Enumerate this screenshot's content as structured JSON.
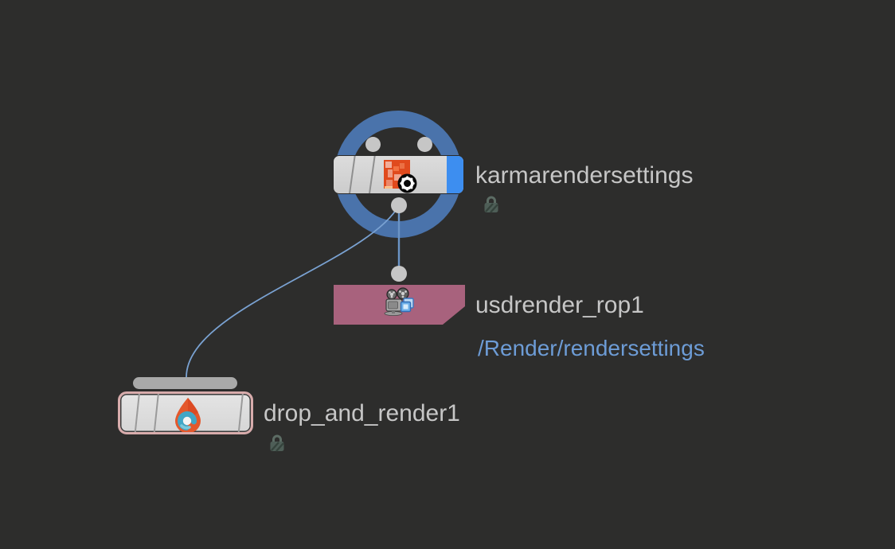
{
  "editor": {
    "kind": "node-network-editor",
    "background_color": "#2d2d2c"
  },
  "colors": {
    "selection_ring": "#4a73ab",
    "wire": "#7aa2d2",
    "connector_dot": "#c6c6c6",
    "node_body_gray": "#d6d6d6",
    "display_flag_blue": "#3d8ef0",
    "rop_node_mauve": "#a8627d",
    "hda_outline_pink": "#d8acac",
    "input_bar_gray": "#a9a9a9",
    "label_text": "#c6c6c6",
    "path_text": "#6d9cd6",
    "karma_icon_orange": "#e04a1d",
    "drop_icon_orange": "#e4582c",
    "drop_icon_teal": "#41a6c6"
  },
  "nodes": {
    "karma": {
      "label": "karmarendersettings",
      "selected": true,
      "locked": true,
      "inputs": 2,
      "outputs": 1,
      "display_flag": true
    },
    "usdrender": {
      "label": "usdrender_rop1",
      "path": "/Render/rendersettings",
      "inputs": 1
    },
    "drop": {
      "label": "drop_and_render1",
      "locked": true
    }
  },
  "connections": [
    {
      "from": "karma",
      "to": "usdrender"
    },
    {
      "from": "karma",
      "to": "drop"
    }
  ]
}
